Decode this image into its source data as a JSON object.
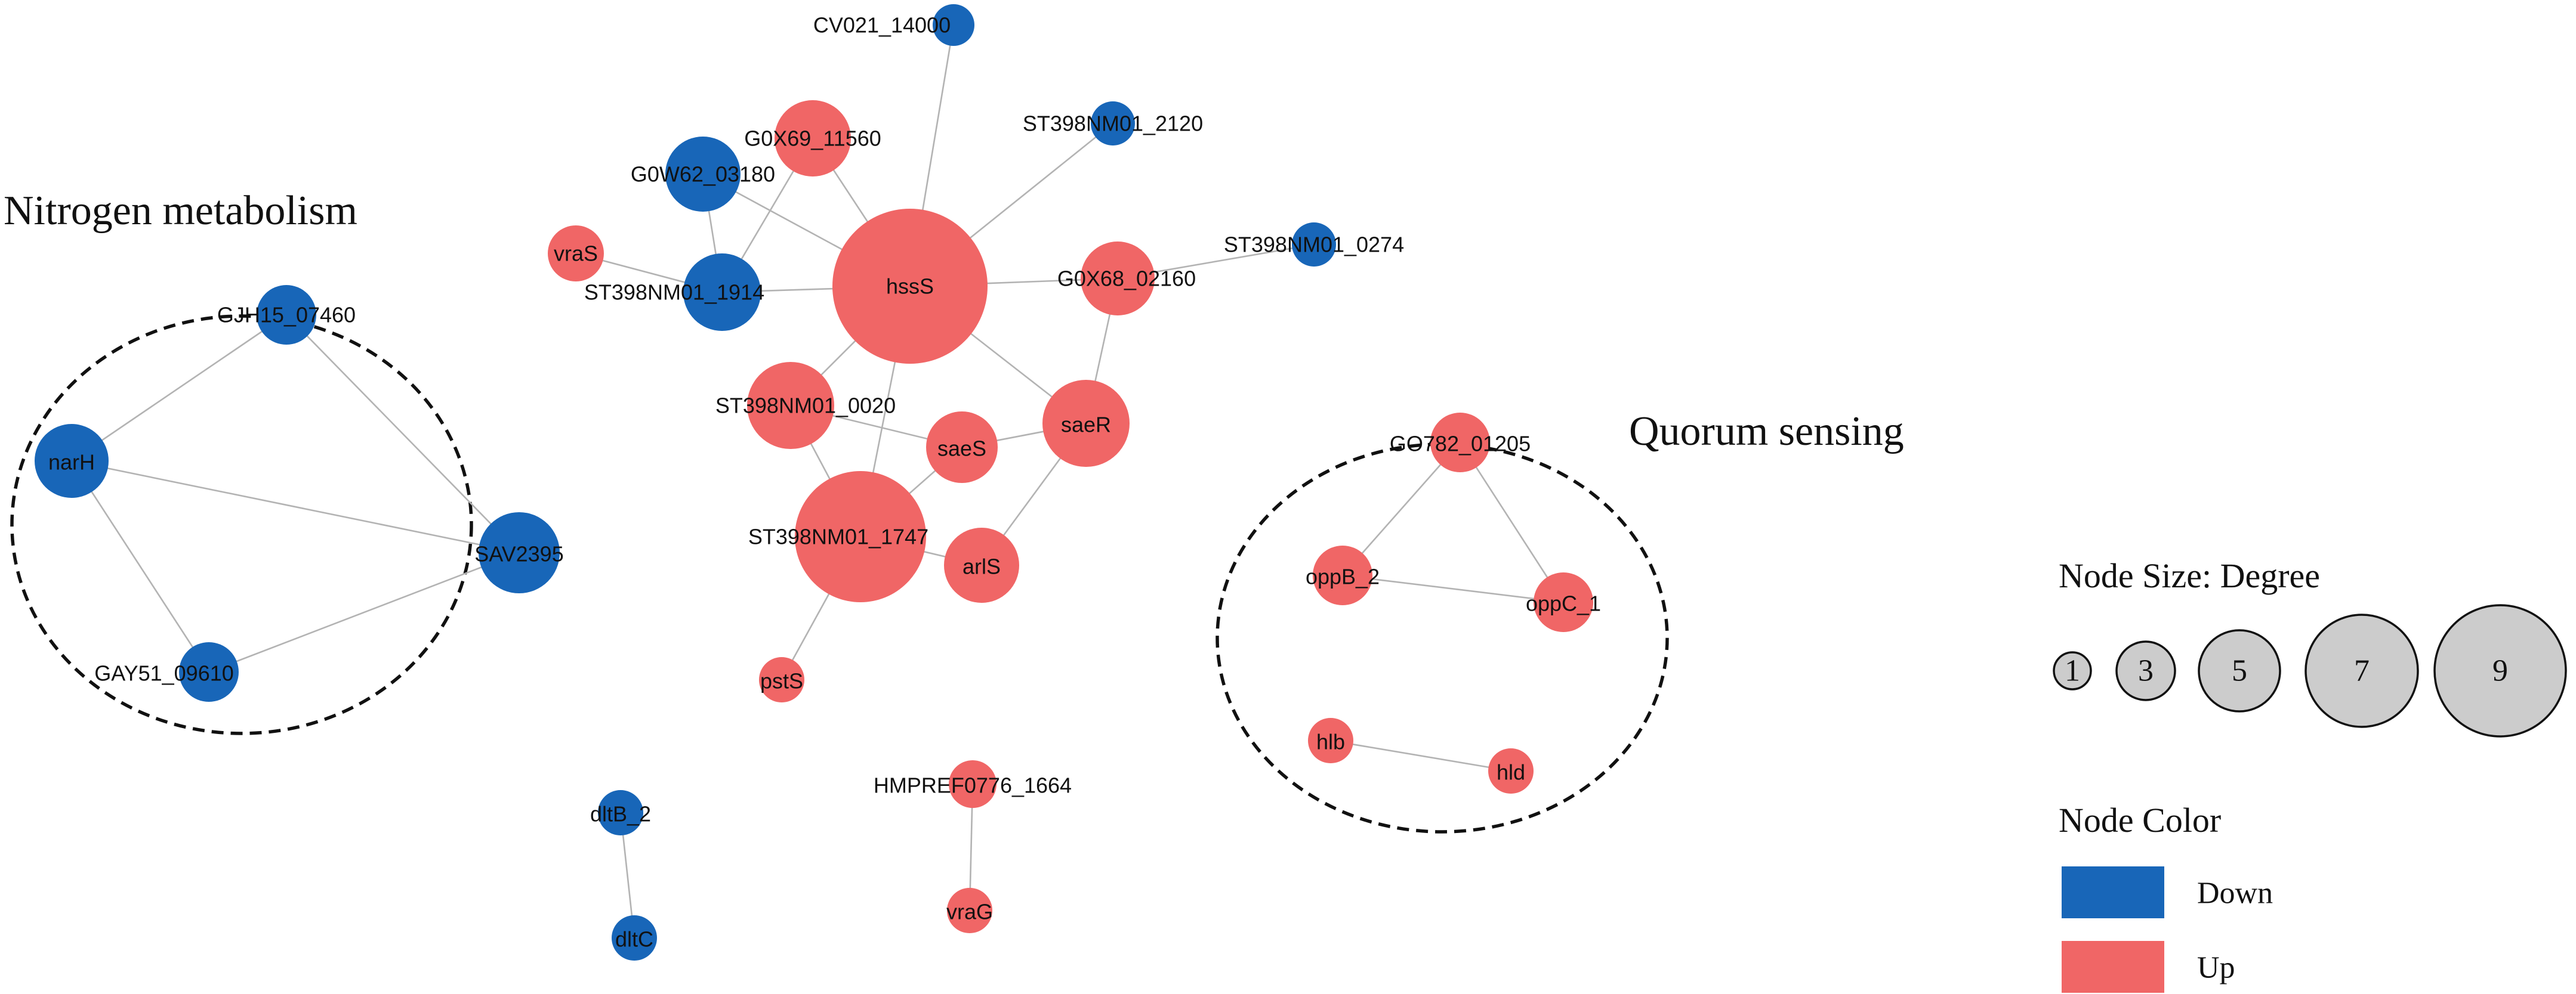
{
  "colors": {
    "down": "#1866B8",
    "up": "#F06666",
    "size_swatch": "#CCCCCC"
  },
  "regions": [
    {
      "id": "nitrogen",
      "title": "Nitrogen metabolism"
    },
    {
      "id": "quorum",
      "title": "Quorum sensing"
    }
  ],
  "nodes": [
    {
      "id": "CV021_14000",
      "label": "CV021_14000",
      "color": "down",
      "degree": 1
    },
    {
      "id": "ST398NM01_2120",
      "label": "ST398NM01_2120",
      "color": "down",
      "degree": 1
    },
    {
      "id": "ST398NM01_0274",
      "label": "ST398NM01_0274",
      "color": "down",
      "degree": 1
    },
    {
      "id": "G0X69_11560",
      "label": "G0X69_11560",
      "color": "up",
      "degree": 3
    },
    {
      "id": "G0W62_03180",
      "label": "G0W62_03180",
      "color": "down",
      "degree": 3
    },
    {
      "id": "vraS",
      "label": "vraS",
      "color": "up",
      "degree": 1
    },
    {
      "id": "ST398NM01_1914",
      "label": "ST398NM01_1914",
      "color": "down",
      "degree": 4
    },
    {
      "id": "hssS",
      "label": "hssS",
      "color": "up",
      "degree": 9
    },
    {
      "id": "G0X68_02160",
      "label": "G0X68_02160",
      "color": "up",
      "degree": 3
    },
    {
      "id": "ST398NM01_0020",
      "label": "ST398NM01_0020",
      "color": "up",
      "degree": 3
    },
    {
      "id": "saeS",
      "label": "saeS",
      "color": "up",
      "degree": 3
    },
    {
      "id": "saeR",
      "label": "saeR",
      "color": "up",
      "degree": 4
    },
    {
      "id": "ST398NM01_1747",
      "label": "ST398NM01_1747",
      "color": "up",
      "degree": 5
    },
    {
      "id": "arlS",
      "label": "arlS",
      "color": "up",
      "degree": 3
    },
    {
      "id": "pstS",
      "label": "pstS",
      "color": "up",
      "degree": 1
    },
    {
      "id": "GJH15_07460",
      "label": "GJH15_07460",
      "color": "down",
      "degree": 2
    },
    {
      "id": "narH",
      "label": "narH",
      "color": "down",
      "degree": 3
    },
    {
      "id": "SAV2395",
      "label": "SAV2395",
      "color": "down",
      "degree": 3
    },
    {
      "id": "GAY51_09610",
      "label": "GAY51_09610",
      "color": "down",
      "degree": 2
    },
    {
      "id": "GO782_01205",
      "label": "GO782_01205",
      "color": "up",
      "degree": 2
    },
    {
      "id": "oppB_2",
      "label": "oppB_2",
      "color": "up",
      "degree": 2
    },
    {
      "id": "oppC_1",
      "label": "oppC_1",
      "color": "up",
      "degree": 2
    },
    {
      "id": "hlb",
      "label": "hlb",
      "color": "up",
      "degree": 1
    },
    {
      "id": "hld",
      "label": "hld",
      "color": "up",
      "degree": 1
    },
    {
      "id": "dltB_2",
      "label": "dltB_2",
      "color": "down",
      "degree": 1
    },
    {
      "id": "dltC",
      "label": "dltC",
      "color": "down",
      "degree": 1
    },
    {
      "id": "HMPREF0776_1664",
      "label": "HMPREF0776_1664",
      "color": "up",
      "degree": 1
    },
    {
      "id": "vraG",
      "label": "vraG",
      "color": "up",
      "degree": 1
    }
  ],
  "edges": [
    [
      "hssS",
      "CV021_14000"
    ],
    [
      "hssS",
      "ST398NM01_2120"
    ],
    [
      "hssS",
      "G0X69_11560"
    ],
    [
      "hssS",
      "G0W62_03180"
    ],
    [
      "hssS",
      "ST398NM01_1914"
    ],
    [
      "hssS",
      "G0X68_02160"
    ],
    [
      "hssS",
      "saeR"
    ],
    [
      "hssS",
      "ST398NM01_1747"
    ],
    [
      "hssS",
      "ST398NM01_0020"
    ],
    [
      "G0X68_02160",
      "ST398NM01_0274"
    ],
    [
      "G0X68_02160",
      "saeR"
    ],
    [
      "G0X69_11560",
      "ST398NM01_1914"
    ],
    [
      "G0W62_03180",
      "ST398NM01_1914"
    ],
    [
      "vraS",
      "ST398NM01_1914"
    ],
    [
      "ST398NM01_0020",
      "saeS"
    ],
    [
      "ST398NM01_0020",
      "ST398NM01_1747"
    ],
    [
      "saeS",
      "saeR"
    ],
    [
      "saeS",
      "ST398NM01_1747"
    ],
    [
      "saeR",
      "arlS"
    ],
    [
      "ST398NM01_1747",
      "arlS"
    ],
    [
      "ST398NM01_1747",
      "pstS"
    ],
    [
      "narH",
      "GJH15_07460"
    ],
    [
      "narH",
      "SAV2395"
    ],
    [
      "narH",
      "GAY51_09610"
    ],
    [
      "GJH15_07460",
      "SAV2395"
    ],
    [
      "GAY51_09610",
      "SAV2395"
    ],
    [
      "GO782_01205",
      "oppB_2"
    ],
    [
      "GO782_01205",
      "oppC_1"
    ],
    [
      "oppB_2",
      "oppC_1"
    ],
    [
      "hlb",
      "hld"
    ],
    [
      "dltB_2",
      "dltC"
    ],
    [
      "HMPREF0776_1664",
      "vraG"
    ]
  ],
  "legend": {
    "size_title": "Node Size: Degree",
    "size_values": [
      1,
      3,
      5,
      7,
      9
    ],
    "color_title": "Node Color",
    "color_items": [
      {
        "key": "down",
        "label": "Down"
      },
      {
        "key": "up",
        "label": "Up"
      }
    ]
  }
}
